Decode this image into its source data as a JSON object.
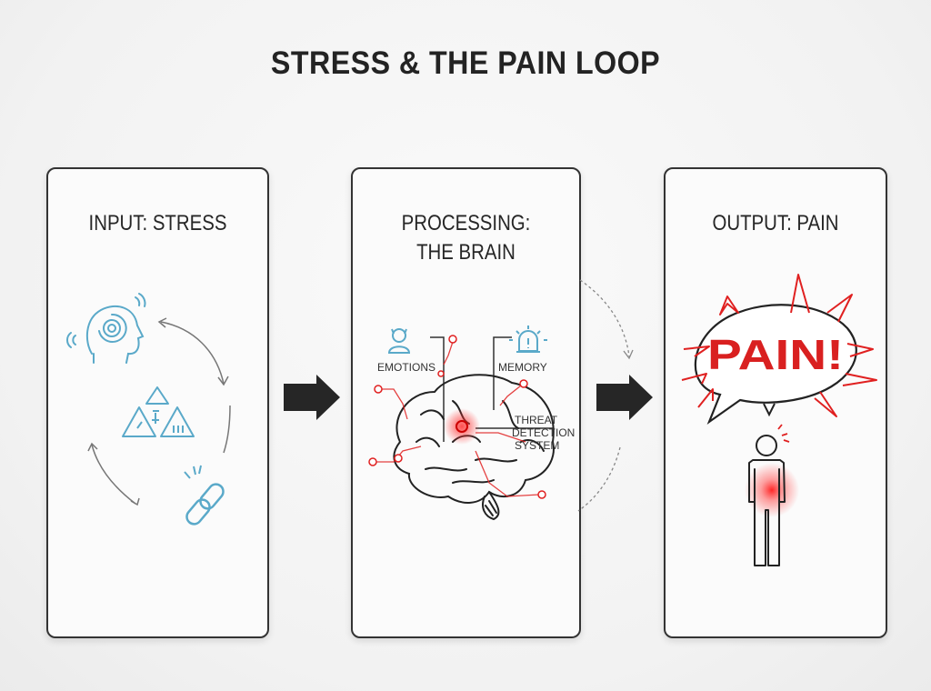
{
  "title": "STRESS & THE PAIN LOOP",
  "panels": [
    {
      "heading": "INPUT: STRESS",
      "icons": [
        "stressed-head-icon",
        "warning-triangles-icon",
        "broken-chain-icon"
      ]
    },
    {
      "heading_line1": "PROCESSING:",
      "heading_line2": "THE BRAIN",
      "labels": {
        "emotions": "EMOTIONS",
        "memory": "MEMORY",
        "threat_line1": "THREAT",
        "threat_line2": "DETECTION",
        "threat_line3": "SYSTEM"
      },
      "icons": [
        "person-icon",
        "alarm-icon",
        "brain-icon"
      ]
    },
    {
      "heading": "OUTPUT: PAIN",
      "bubble_text": "PAIN!",
      "icons": [
        "speech-bubble-icon",
        "person-figure-icon"
      ]
    }
  ],
  "colors": {
    "accent_blue": "#5aa9c9",
    "pain_red": "#e02020",
    "ink": "#222222"
  }
}
